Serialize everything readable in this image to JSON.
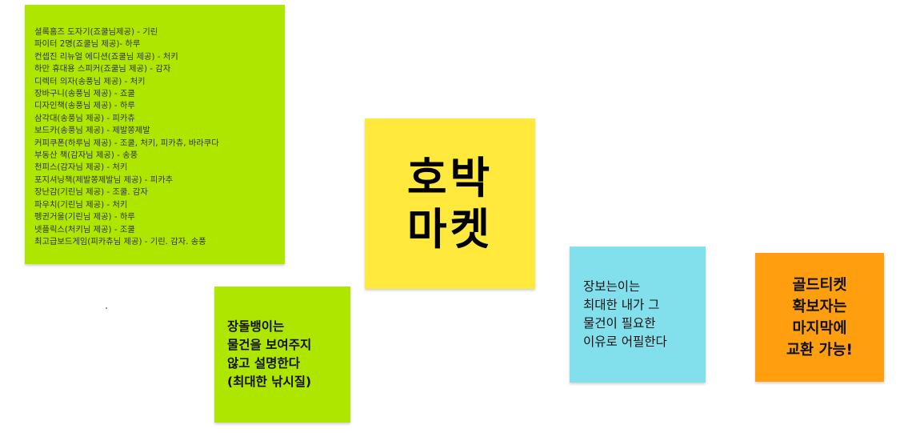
{
  "board": {
    "list_note": {
      "items": [
        "셜록홈즈 도자기(죠쿨님제공) - 기린",
        "파이터 2명(죠쿨님 제공)- 하루",
        "컨셉진 리뉴얼 에디션(죠쿨님 제공) - 처키",
        "하만 휴대용 스피커(죠쿨님 제공) - 감자",
        "디렉터 의자(송풍님 제공) - 처키",
        "장바구니(송풍님 제공) - 죠쿨",
        "디자인책(송풍님 제공) - 하루",
        "삼각대(송풍님 제공) - 피카츄",
        "보드카(송풍님 제공) - 제발쫑제발",
        "커피쿠폰(하루님 제공) - 조쿨, 처키, 피카츄, 바라쿠다",
        "부동산 책(감자님 제공) - 송풍",
        "천피스(감자님 제공) - 처키",
        "포지셔닝책(제발쫑제발님 제공) - 피카추",
        "장난감(기린님 제공) - 조쿨. 감자",
        "파우치(기린님 제공) - 처키",
        "펭귄거울(기린님 제공) - 하루",
        "넷플릭스(처키님 제공) - 조쿨",
        "최고급보드게임(피카츄님 제공) - 기린. 감자. 송풍"
      ]
    },
    "title_note": {
      "line1": "호박",
      "line2": "마켓"
    },
    "green_note": {
      "lines": [
        "장돌뱅이는",
        "물건을 보여주지",
        "않고 설명한다",
        "(최대한 낚시질)"
      ]
    },
    "cyan_note": {
      "lines": [
        "장보는이는",
        "최대한 내가 그",
        "물건이 필요한",
        "이유로 어필한다"
      ]
    },
    "orange_note": {
      "lines": [
        "골드티켓",
        "확보자는",
        "마지막에",
        "교환 가능!"
      ]
    }
  },
  "colors": {
    "green_sticky": "#aee600",
    "yellow_sticky": "#ffe93d",
    "cyan_sticky": "#82e0ec",
    "orange_sticky": "#ff9e0f"
  }
}
